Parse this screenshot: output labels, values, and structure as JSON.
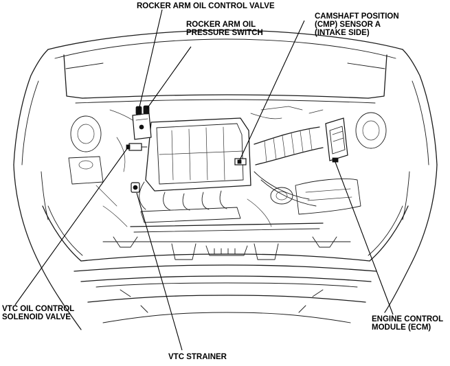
{
  "labels": {
    "rocker_valve": "ROCKER ARM OIL CONTROL VALVE",
    "rocker_switch": [
      "ROCKER ARM OIL",
      "PRESSURE SWITCH"
    ],
    "cmp_sensor": [
      "CAMSHAFT POSITION",
      "(CMP) SENSOR A",
      "(INTAKE SIDE)"
    ],
    "vtc_solenoid": [
      "VTC OIL CONTROL",
      "SOLENOID VALVE"
    ],
    "ecm": [
      "ENGINE CONTROL",
      "MODULE (ECM)"
    ],
    "vtc_strainer": "VTC STRAINER"
  }
}
